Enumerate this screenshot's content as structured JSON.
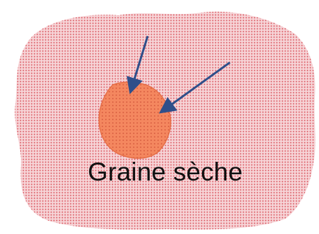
{
  "caption": "Graine sèche",
  "colors": {
    "background": "#ffffff",
    "outer_blob_dots": "#d9535c",
    "outer_blob_tint": "#f3c7cb",
    "seed_fill": "#f4875f",
    "seed_dots": "#c8452e",
    "arrow": "#2f4f8a",
    "caption_text": "#111111"
  },
  "shapes": {
    "outer_blob": "dotted-irregular-region",
    "seed": "orange-dotted-seed",
    "arrows": [
      "arrow-to-seed-top",
      "arrow-to-seed-right"
    ]
  }
}
